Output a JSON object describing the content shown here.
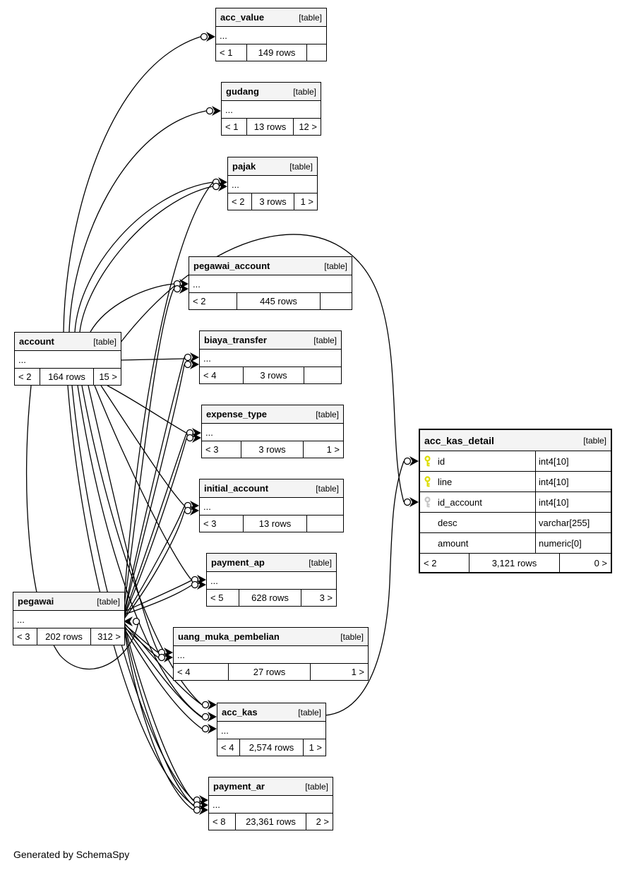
{
  "page": {
    "footer_note": "Generated by SchemaSpy"
  },
  "colors": {
    "header_bg": "#f4f4f4",
    "line": "#000000",
    "key_primary": "#dcdc00",
    "key_index": "#c4c4c4"
  },
  "tables": {
    "acc_value": {
      "name": "acc_value",
      "tag": "[table]",
      "ellipsis": "...",
      "footer": {
        "left": "< 1",
        "center": "149 rows",
        "right": ""
      }
    },
    "gudang": {
      "name": "gudang",
      "tag": "[table]",
      "ellipsis": "...",
      "footer": {
        "left": "< 1",
        "center": "13 rows",
        "right": "12 >"
      }
    },
    "pajak": {
      "name": "pajak",
      "tag": "[table]",
      "ellipsis": "...",
      "footer": {
        "left": "< 2",
        "center": "3 rows",
        "right": "1 >"
      }
    },
    "pegawai_account": {
      "name": "pegawai_account",
      "tag": "[table]",
      "ellipsis": "...",
      "footer": {
        "left": "< 2",
        "center": "445 rows",
        "right": ""
      }
    },
    "biaya_transfer": {
      "name": "biaya_transfer",
      "tag": "[table]",
      "ellipsis": "...",
      "footer": {
        "left": "< 4",
        "center": "3 rows",
        "right": ""
      }
    },
    "expense_type": {
      "name": "expense_type",
      "tag": "[table]",
      "ellipsis": "...",
      "footer": {
        "left": "< 3",
        "center": "3 rows",
        "right": "1 >"
      }
    },
    "initial_account": {
      "name": "initial_account",
      "tag": "[table]",
      "ellipsis": "...",
      "footer": {
        "left": "< 3",
        "center": "13 rows",
        "right": ""
      }
    },
    "payment_ap": {
      "name": "payment_ap",
      "tag": "[table]",
      "ellipsis": "...",
      "footer": {
        "left": "< 5",
        "center": "628 rows",
        "right": "3 >"
      }
    },
    "uang_muka_pembelian": {
      "name": "uang_muka_pembelian",
      "tag": "[table]",
      "ellipsis": "...",
      "footer": {
        "left": "< 4",
        "center": "27 rows",
        "right": "1 >"
      }
    },
    "acc_kas": {
      "name": "acc_kas",
      "tag": "[table]",
      "ellipsis": "...",
      "footer": {
        "left": "< 4",
        "center": "2,574 rows",
        "right": "1 >"
      }
    },
    "payment_ar": {
      "name": "payment_ar",
      "tag": "[table]",
      "ellipsis": "...",
      "footer": {
        "left": "< 8",
        "center": "23,361 rows",
        "right": "2 >"
      }
    },
    "account": {
      "name": "account",
      "tag": "[table]",
      "ellipsis": "...",
      "footer": {
        "left": "< 2",
        "center": "164 rows",
        "right": "15 >"
      }
    },
    "pegawai": {
      "name": "pegawai",
      "tag": "[table]",
      "ellipsis": "...",
      "footer": {
        "left": "< 3",
        "center": "202 rows",
        "right": "312 >"
      }
    },
    "acc_kas_detail": {
      "name": "acc_kas_detail",
      "tag": "[table]",
      "columns": [
        {
          "key": "primary",
          "name": "id",
          "type": "int4[10]"
        },
        {
          "key": "primary",
          "name": "line",
          "type": "int4[10]"
        },
        {
          "key": "index",
          "name": "id_account",
          "type": "int4[10]"
        },
        {
          "key": "none",
          "name": "desc",
          "type": "varchar[255]"
        },
        {
          "key": "none",
          "name": "amount",
          "type": "numeric[0]"
        }
      ],
      "footer": {
        "left": "< 2",
        "center": "3,121 rows",
        "right": "0 >"
      }
    }
  },
  "relationships": [
    {
      "from": "account",
      "to": "acc_value"
    },
    {
      "from": "account",
      "to": "gudang"
    },
    {
      "from": "account",
      "to": "pajak"
    },
    {
      "from": "pegawai",
      "to": "pajak"
    },
    {
      "from": "account",
      "to": "pegawai_account"
    },
    {
      "from": "pegawai",
      "to": "pegawai_account"
    },
    {
      "from": "account",
      "to": "biaya_transfer"
    },
    {
      "from": "pegawai",
      "to": "biaya_transfer"
    },
    {
      "from": "account",
      "to": "expense_type"
    },
    {
      "from": "pegawai",
      "to": "expense_type"
    },
    {
      "from": "account",
      "to": "initial_account"
    },
    {
      "from": "pegawai",
      "to": "initial_account"
    },
    {
      "from": "account",
      "to": "payment_ap"
    },
    {
      "from": "pegawai",
      "to": "payment_ap"
    },
    {
      "from": "account",
      "to": "uang_muka_pembelian"
    },
    {
      "from": "pegawai",
      "to": "uang_muka_pembelian"
    },
    {
      "from": "account",
      "to": "acc_kas"
    },
    {
      "from": "pegawai",
      "to": "acc_kas"
    },
    {
      "from": "account",
      "to": "payment_ar"
    },
    {
      "from": "pegawai",
      "to": "payment_ar"
    },
    {
      "from": "account",
      "to": "acc_kas_detail"
    },
    {
      "from": "acc_kas",
      "to": "acc_kas_detail"
    },
    {
      "from": "account",
      "to": "pegawai"
    }
  ]
}
